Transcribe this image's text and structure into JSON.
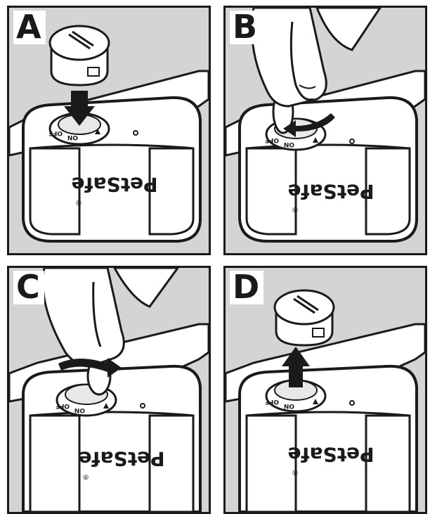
{
  "panels": [
    {
      "letter": "A",
      "brand": "PetSafe",
      "reg": "®",
      "dial_on": "ON",
      "dial_off": "OFF",
      "action": "insert-cap"
    },
    {
      "letter": "B",
      "brand": "PetSafe",
      "reg": "®",
      "dial_on": "ON",
      "dial_off": "OFF",
      "action": "twist-cap"
    },
    {
      "letter": "C",
      "brand": "PetSafe",
      "reg": "®",
      "dial_on": "ON",
      "dial_off": "OFF",
      "action": "twist-cap-reverse"
    },
    {
      "letter": "D",
      "brand": "PetSafe",
      "reg": "®",
      "dial_on": "ON",
      "dial_off": "OFF",
      "action": "remove-cap"
    }
  ],
  "colors": {
    "background": "#d4d4d4",
    "ink": "#1a1a1a",
    "device": "#ffffff"
  }
}
